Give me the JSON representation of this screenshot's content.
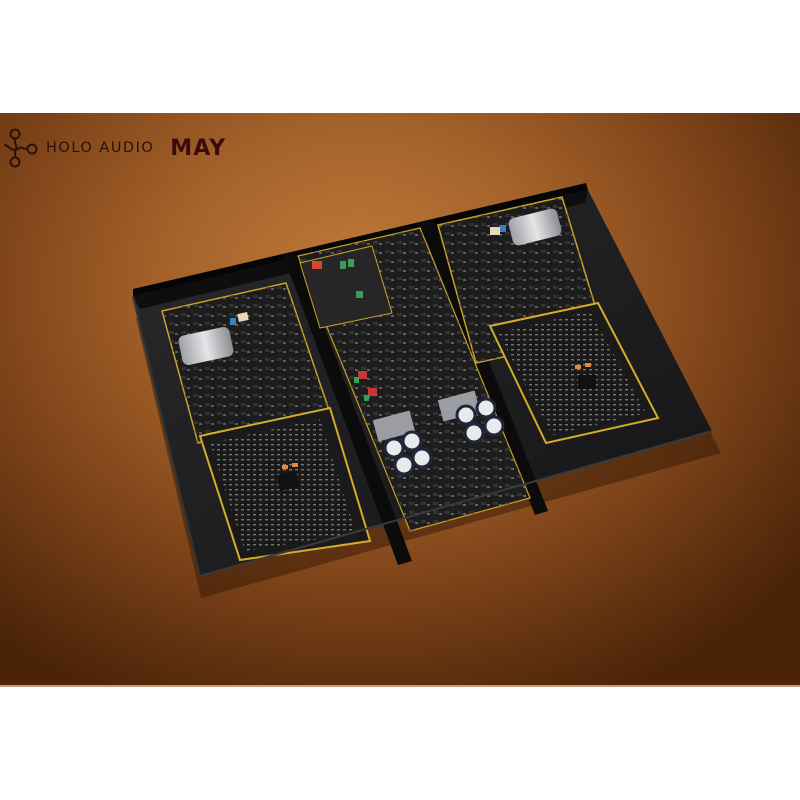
{
  "logo": {
    "icon": "holo-audio-logo-icon",
    "brand": "HOLO AUDIO",
    "model": "MAY"
  },
  "photo": {
    "subject": "Open DAC chassis with three circuit board compartments",
    "background_color": "#a4622a",
    "chassis_color": "#1c1c1e",
    "pcb_color": "#1a1a1a",
    "pcb_edge_color": "#c9a227",
    "capacitor_color": "#d9dadc"
  }
}
